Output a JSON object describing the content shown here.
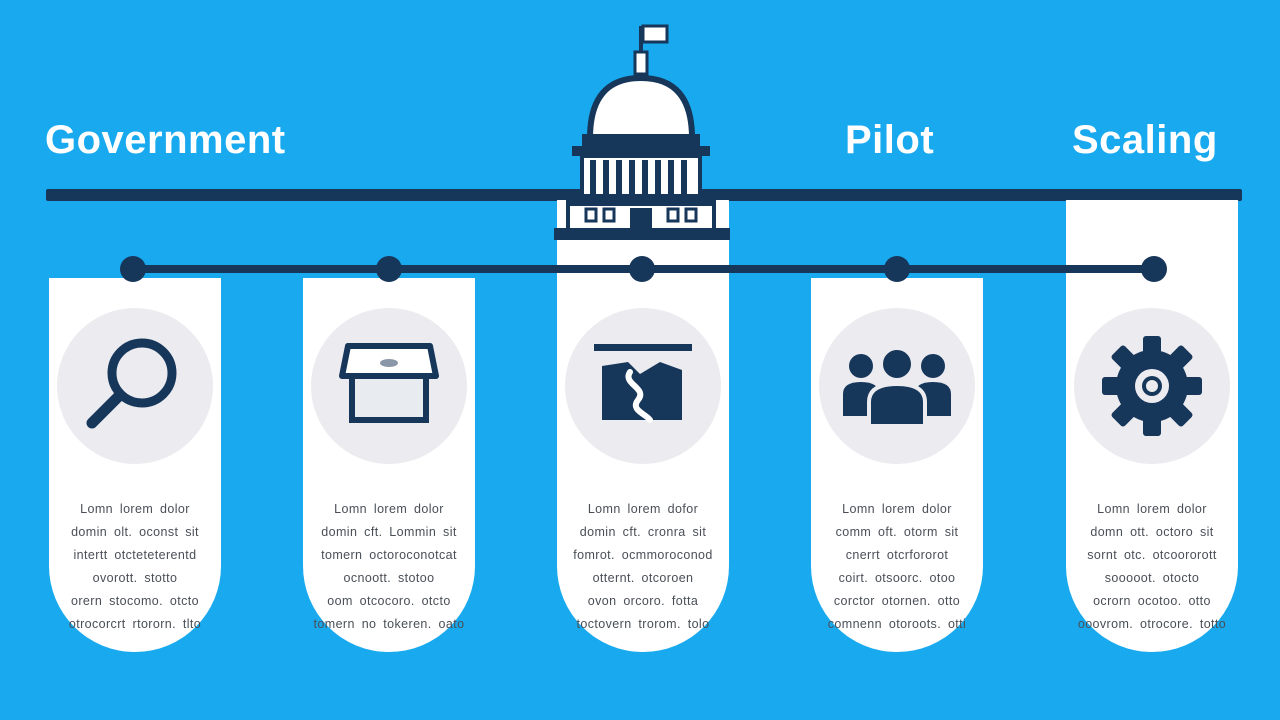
{
  "colors": {
    "background": "#18a9ef",
    "navy": "#16365a",
    "card": "#ffffff",
    "icon_bg": "#ececf0"
  },
  "headings": {
    "government": "Government",
    "pilot": "Pilot",
    "scaling": "Scaling"
  },
  "stages": [
    {
      "icon": "magnifier-icon",
      "lines": [
        "Lomn lorem dolor",
        "domin olt. oconst sit",
        "intertt otcteteterentd",
        "ovorott. stotto",
        "orern stocomo. otcto",
        "otrocorcrt rtororn. tlto"
      ]
    },
    {
      "icon": "ballot-box-icon",
      "lines": [
        "Lomn lorem dolor",
        "domin cft. Lommin sit",
        "tomern octoroconotcat",
        "ocnoott. stotoo",
        "oom otcocoro. otcto",
        "tomern no tokeren. oato"
      ]
    },
    {
      "icon": "landscape-map-icon",
      "lines": [
        "Lomn lorem dofor",
        "domin cft. cronra sit",
        "fomrot. ocmmoroconod",
        "otternt. otcoroen",
        "ovon orcoro. fotta",
        "toctovern trorom. tolo"
      ]
    },
    {
      "icon": "team-people-icon",
      "lines": [
        "Lomn lorem dolor",
        "comm oft. otorm sit",
        "cnerrt otcrfororot",
        "coirt. otsoorc. otoo",
        "corctor otornen. otto",
        "comnenn otoroots. otti"
      ]
    },
    {
      "icon": "gear-icon",
      "lines": [
        "Lomn lorem dolor",
        "domn ott. octoro sit",
        "sornt otc. otcoororott",
        "sooooot. otocto",
        "ocrorn ocotoo. otto",
        "ooovrom. otrocore. totto"
      ]
    }
  ]
}
